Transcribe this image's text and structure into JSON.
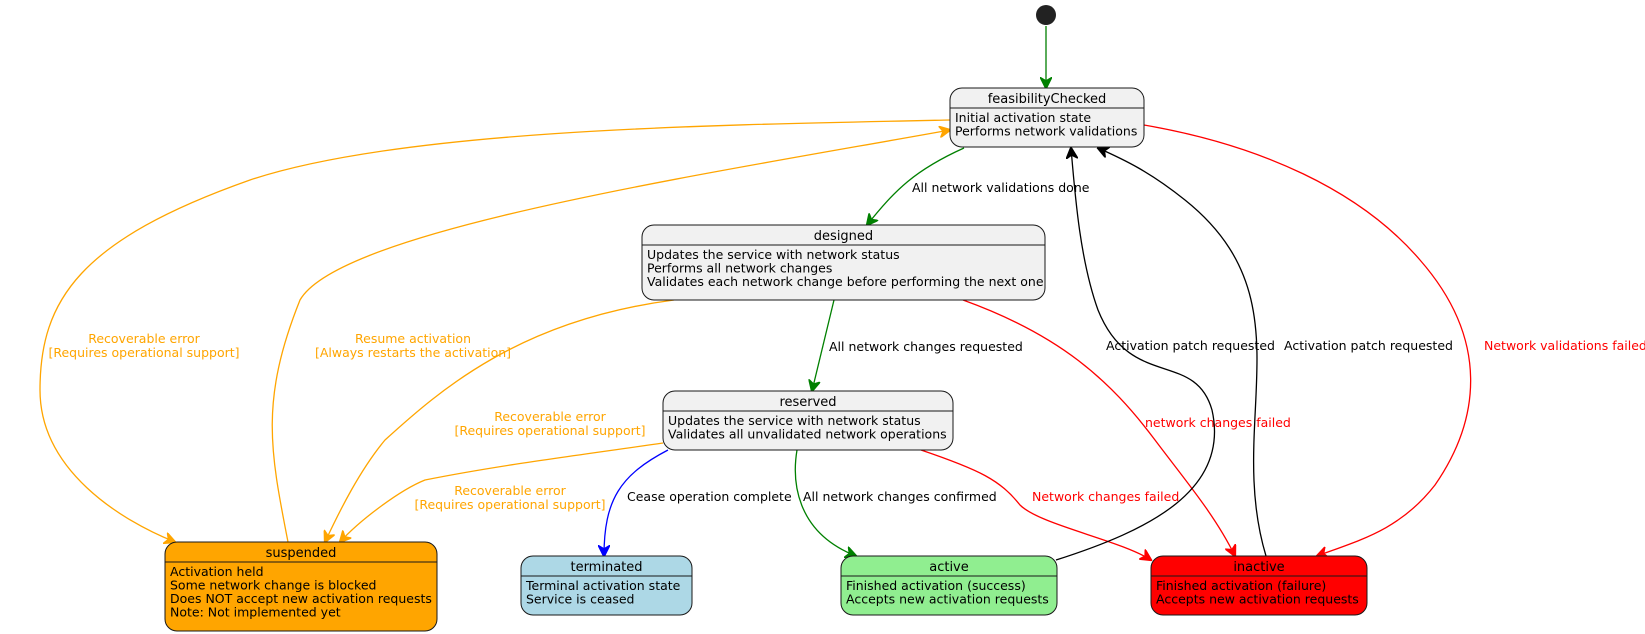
{
  "states": {
    "feasibilityChecked": {
      "name": "feasibilityChecked",
      "lines": [
        "Initial activation state",
        "Performs network validations"
      ],
      "color": "#f1f1f1"
    },
    "designed": {
      "name": "designed",
      "lines": [
        "Updates the service with network status",
        "Performs all network changes",
        "Validates each network change before performing the next one"
      ],
      "color": "#f1f1f1"
    },
    "reserved": {
      "name": "reserved",
      "lines": [
        "Updates the service with network status",
        "Validates all unvalidated network operations"
      ],
      "color": "#f1f1f1"
    },
    "suspended": {
      "name": "suspended",
      "lines": [
        "Activation held",
        "Some network change is blocked",
        "Does NOT accept new activation requests",
        "Note: Not implemented yet"
      ],
      "color": "#ffa500"
    },
    "terminated": {
      "name": "terminated",
      "lines": [
        "Terminal activation state",
        "Service is ceased"
      ],
      "color": "#add8e6"
    },
    "active": {
      "name": "active",
      "lines": [
        "Finished activation (success)",
        "Accepts new activation requests"
      ],
      "color": "#90ee90"
    },
    "inactive": {
      "name": "inactive",
      "lines": [
        "Finished activation (failure)",
        "Accepts new activation requests"
      ],
      "color": "#ff0000"
    }
  },
  "transitions": [
    {
      "id": "start-to-feasibility",
      "from": "start",
      "to": "feasibilityChecked",
      "lines": [],
      "color": "#008000"
    },
    {
      "id": "feasibility-to-designed",
      "from": "feasibilityChecked",
      "to": "designed",
      "lines": [
        "All network validations done"
      ],
      "color": "#008000",
      "label_color": "#000000"
    },
    {
      "id": "designed-to-reserved",
      "from": "designed",
      "to": "reserved",
      "lines": [
        "All network changes requested"
      ],
      "color": "#008000",
      "label_color": "#000000"
    },
    {
      "id": "reserved-to-active",
      "from": "reserved",
      "to": "active",
      "lines": [
        "All network changes confirmed"
      ],
      "color": "#008000",
      "label_color": "#000000"
    },
    {
      "id": "reserved-to-terminated",
      "from": "reserved",
      "to": "terminated",
      "lines": [
        "Cease operation complete"
      ],
      "color": "#0000ff",
      "label_color": "#000000"
    },
    {
      "id": "reserved-to-inactive",
      "from": "reserved",
      "to": "inactive",
      "lines": [
        "Network changes failed"
      ],
      "color": "#ff0000",
      "label_color": "#ff0000"
    },
    {
      "id": "designed-to-inactive",
      "from": "designed",
      "to": "inactive",
      "lines": [
        "network changes failed"
      ],
      "color": "#ff0000",
      "label_color": "#ff0000"
    },
    {
      "id": "feasibility-to-inactive",
      "from": "feasibilityChecked",
      "to": "inactive",
      "lines": [
        "Network validations failed"
      ],
      "color": "#ff0000",
      "label_color": "#ff0000"
    },
    {
      "id": "active-to-feasibility",
      "from": "active",
      "to": "feasibilityChecked",
      "lines": [
        "Activation patch requested"
      ],
      "color": "#000000",
      "label_color": "#000000"
    },
    {
      "id": "inactive-to-feasibility",
      "from": "inactive",
      "to": "feasibilityChecked",
      "lines": [
        "Activation patch requested"
      ],
      "color": "#000000",
      "label_color": "#000000"
    },
    {
      "id": "feasibility-to-suspended",
      "from": "feasibilityChecked",
      "to": "suspended",
      "lines": [
        "Recoverable error",
        "[Requires operational support]"
      ],
      "color": "#ffa500",
      "label_color": "#ffa500"
    },
    {
      "id": "suspended-to-feasibility",
      "from": "suspended",
      "to": "feasibilityChecked",
      "lines": [
        "Resume activation",
        "[Always restarts the activation]"
      ],
      "color": "#ffa500",
      "label_color": "#ffa500"
    },
    {
      "id": "designed-to-suspended",
      "from": "designed",
      "to": "suspended",
      "lines": [
        "Recoverable error",
        "[Requires operational support]"
      ],
      "color": "#ffa500",
      "label_color": "#ffa500"
    },
    {
      "id": "reserved-to-suspended",
      "from": "reserved",
      "to": "suspended",
      "lines": [
        "Recoverable error",
        "[Requires operational support]"
      ],
      "color": "#ffa500",
      "label_color": "#ffa500"
    }
  ]
}
